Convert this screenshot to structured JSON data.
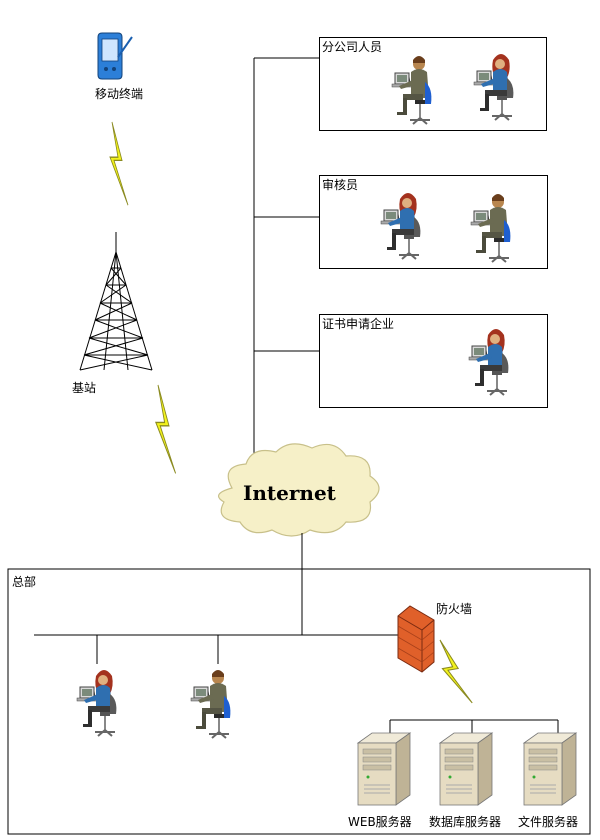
{
  "mobile": {
    "label": "移动终端"
  },
  "base_station": {
    "label": "基站"
  },
  "internet": {
    "label": "Internet"
  },
  "groups": [
    {
      "label": "分公司人员"
    },
    {
      "label": "审核员"
    },
    {
      "label": "证书申请企业"
    }
  ],
  "hq": {
    "label": "总部",
    "firewall_label": "防火墙"
  },
  "servers": [
    {
      "label": "WEB服务器"
    },
    {
      "label": "数据库服务器"
    },
    {
      "label": "文件服务器"
    }
  ],
  "colors": {
    "cloud_fill": "#f6f0c8",
    "cloud_stroke": "#c8c08a",
    "lightning": "#f2f21c",
    "firewall": "#e0602a",
    "server_body": "#e6dcc2",
    "chair_blue": "#1f5fd0",
    "pda_blue": "#2c7fd8"
  },
  "icons": [
    "pda-icon",
    "tower-icon",
    "lightning-icon",
    "cloud-icon",
    "person-at-computer-icon",
    "firewall-icon",
    "server-icon"
  ]
}
